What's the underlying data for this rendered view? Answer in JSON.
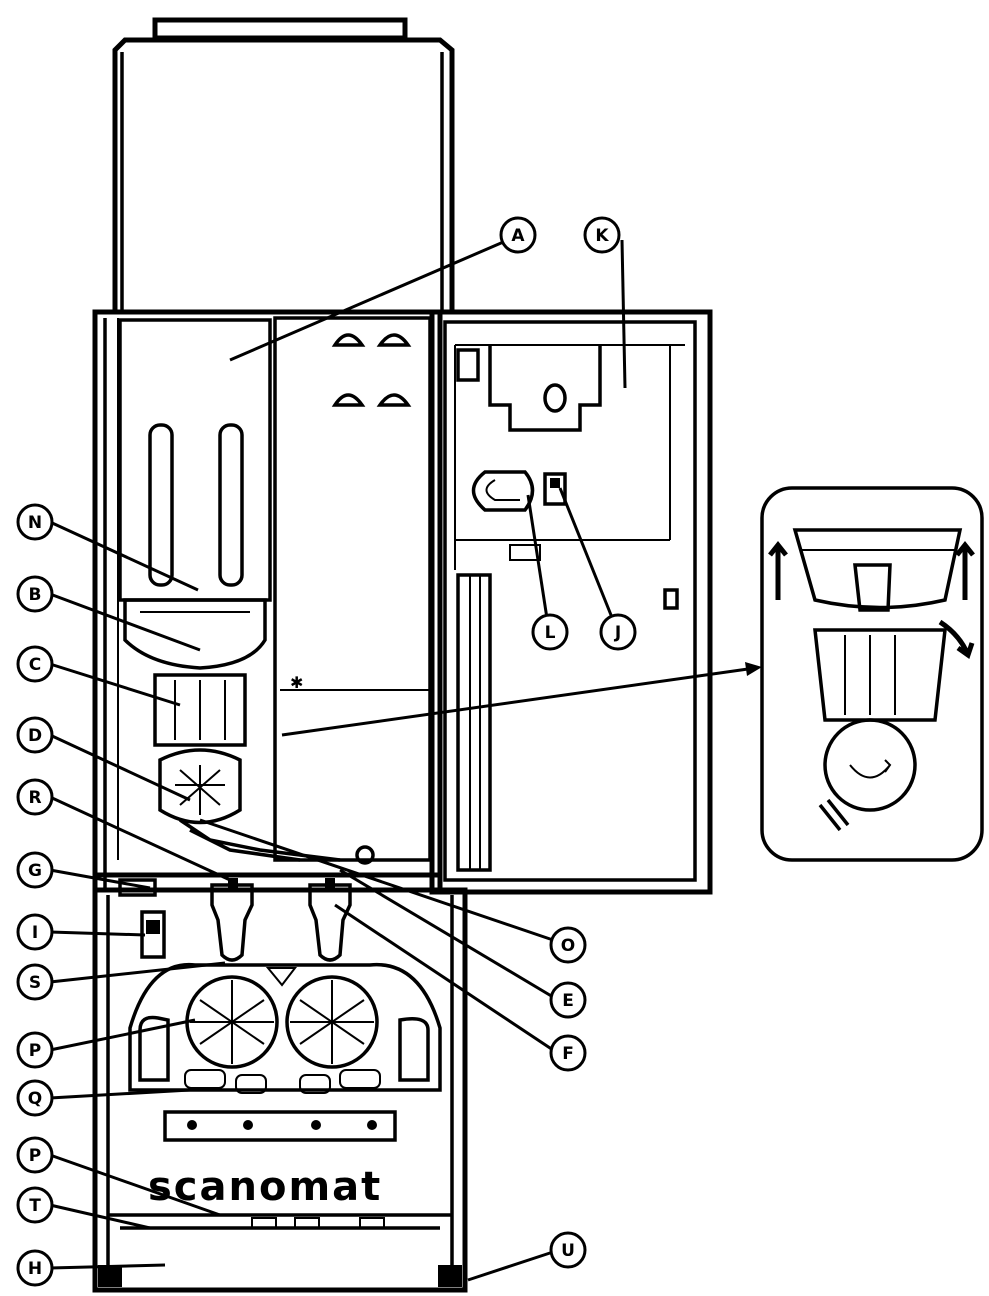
{
  "brand": "scanomat",
  "callouts": {
    "A": "A",
    "K": "K",
    "N": "N",
    "B": "B",
    "C": "C",
    "D": "D",
    "R": "R",
    "G": "G",
    "I": "I",
    "S": "S",
    "P1": "P",
    "Q": "Q",
    "P2": "P",
    "T": "T",
    "H": "H",
    "L": "L",
    "J": "J",
    "O": "O",
    "E": "E",
    "F": "F",
    "U": "U"
  }
}
